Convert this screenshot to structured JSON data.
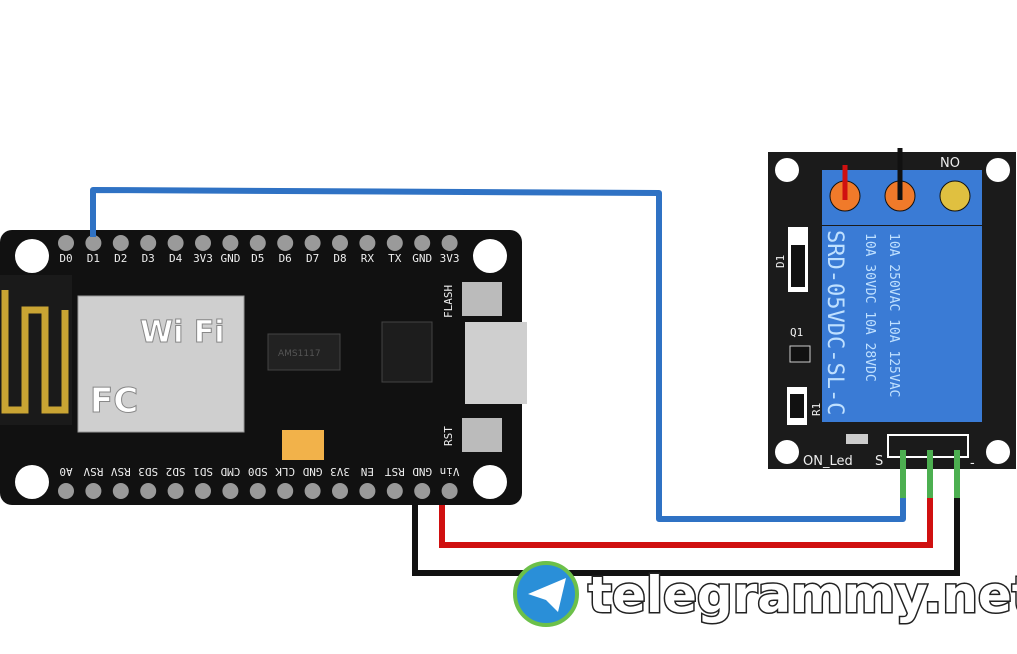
{
  "nodemcu": {
    "top_pins": [
      "D0",
      "D1",
      "D2",
      "D3",
      "D4",
      "3V3",
      "GND",
      "D5",
      "D6",
      "D7",
      "D8",
      "RX",
      "TX",
      "GND",
      "3V3"
    ],
    "bottom_pins": [
      "A0",
      "RSV",
      "RSV",
      "SD3",
      "SD2",
      "SD1",
      "CMD",
      "SD0",
      "CLK",
      "GND",
      "3V3",
      "EN",
      "RST",
      "GND",
      "Vin"
    ],
    "flash_label": "FLASH",
    "rst_label": "RST",
    "regulator": "AMS1117",
    "module_logo": "Wi Fi",
    "fc": "FC"
  },
  "relay": {
    "no_label": "NO",
    "d1": "D1",
    "q1": "Q1",
    "r1": "R1",
    "on_led": "ON_Led",
    "s_pin": "S",
    "minus_pin": "-",
    "model": "SRD-05VDC-SL-C",
    "rating1": "10A 250VAC  10A 125VAC",
    "rating2": "10A  30VDC  10A  28VDC"
  },
  "wires": [
    {
      "name": "signal",
      "from": "D1",
      "to": "S",
      "color": "#2f72c4"
    },
    {
      "name": "power",
      "from": "Vin",
      "to": "+",
      "color": "#d01010"
    },
    {
      "name": "ground",
      "from": "GND",
      "to": "-",
      "color": "#111111"
    }
  ],
  "watermark": "telegrammy.net"
}
